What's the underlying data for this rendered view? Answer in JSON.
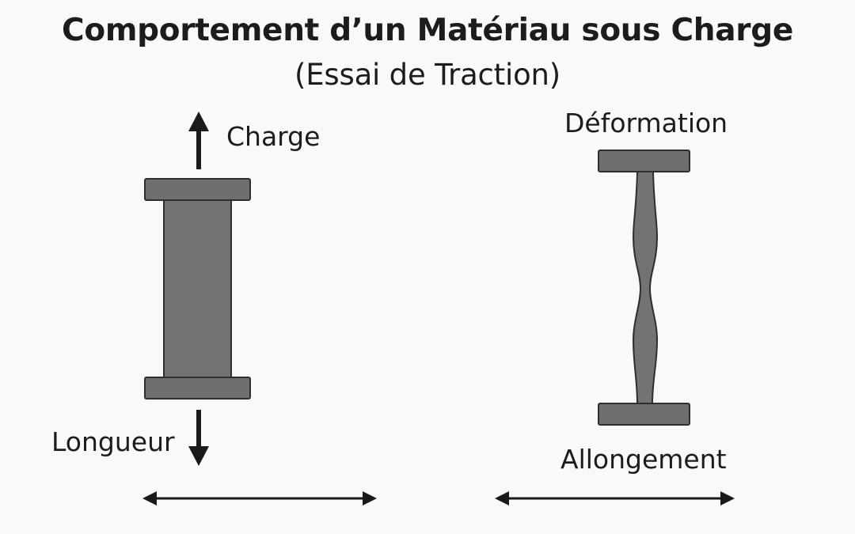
{
  "title": "Comportement d’un Matériau sous Charge",
  "subtitle": "(Essai de Traction)",
  "labels": {
    "load": "Charge",
    "length": "Longueur",
    "deformation": "Déformation",
    "elongation": "Allongement"
  },
  "colors": {
    "specimen_fill": "#6f6f6f",
    "specimen_stroke": "#2e2e2e",
    "arrow": "#1a1a1a",
    "background": "#f9f9f8"
  }
}
